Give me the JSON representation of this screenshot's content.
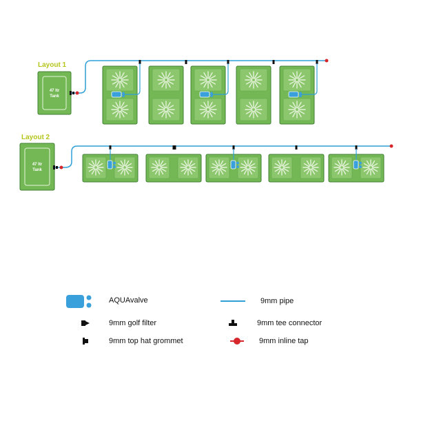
{
  "layout1": {
    "title": "Layout 1",
    "tank_label": [
      "47 ltr",
      "Tank"
    ],
    "units": 5,
    "valve_positions": [
      1,
      3,
      5
    ]
  },
  "layout2": {
    "title": "Layout 2",
    "tank_label": [
      "47 ltr",
      "Tank"
    ],
    "units": 5,
    "valve_positions": [
      1,
      3,
      5
    ]
  },
  "legend": {
    "aquavalve": "AQUAvalve",
    "golf_filter": "9mm golf filter",
    "grommet": "9mm top hat grommet",
    "pipe": "9mm pipe",
    "tee": "9mm tee connector",
    "tap": "9mm inline tap"
  },
  "colors": {
    "tray_fill": "#74b856",
    "tray_stroke": "#3f7f33",
    "cell_fill": "#8cc76d",
    "pipe": "#2f9fd8",
    "valve": "#3aa0db",
    "tap": "#d6282c",
    "title": "#b5c418"
  },
  "icons": [
    "aquavalve-icon",
    "golf-filter-icon",
    "top-hat-grommet-icon",
    "pipe-icon",
    "tee-connector-icon",
    "inline-tap-icon"
  ]
}
